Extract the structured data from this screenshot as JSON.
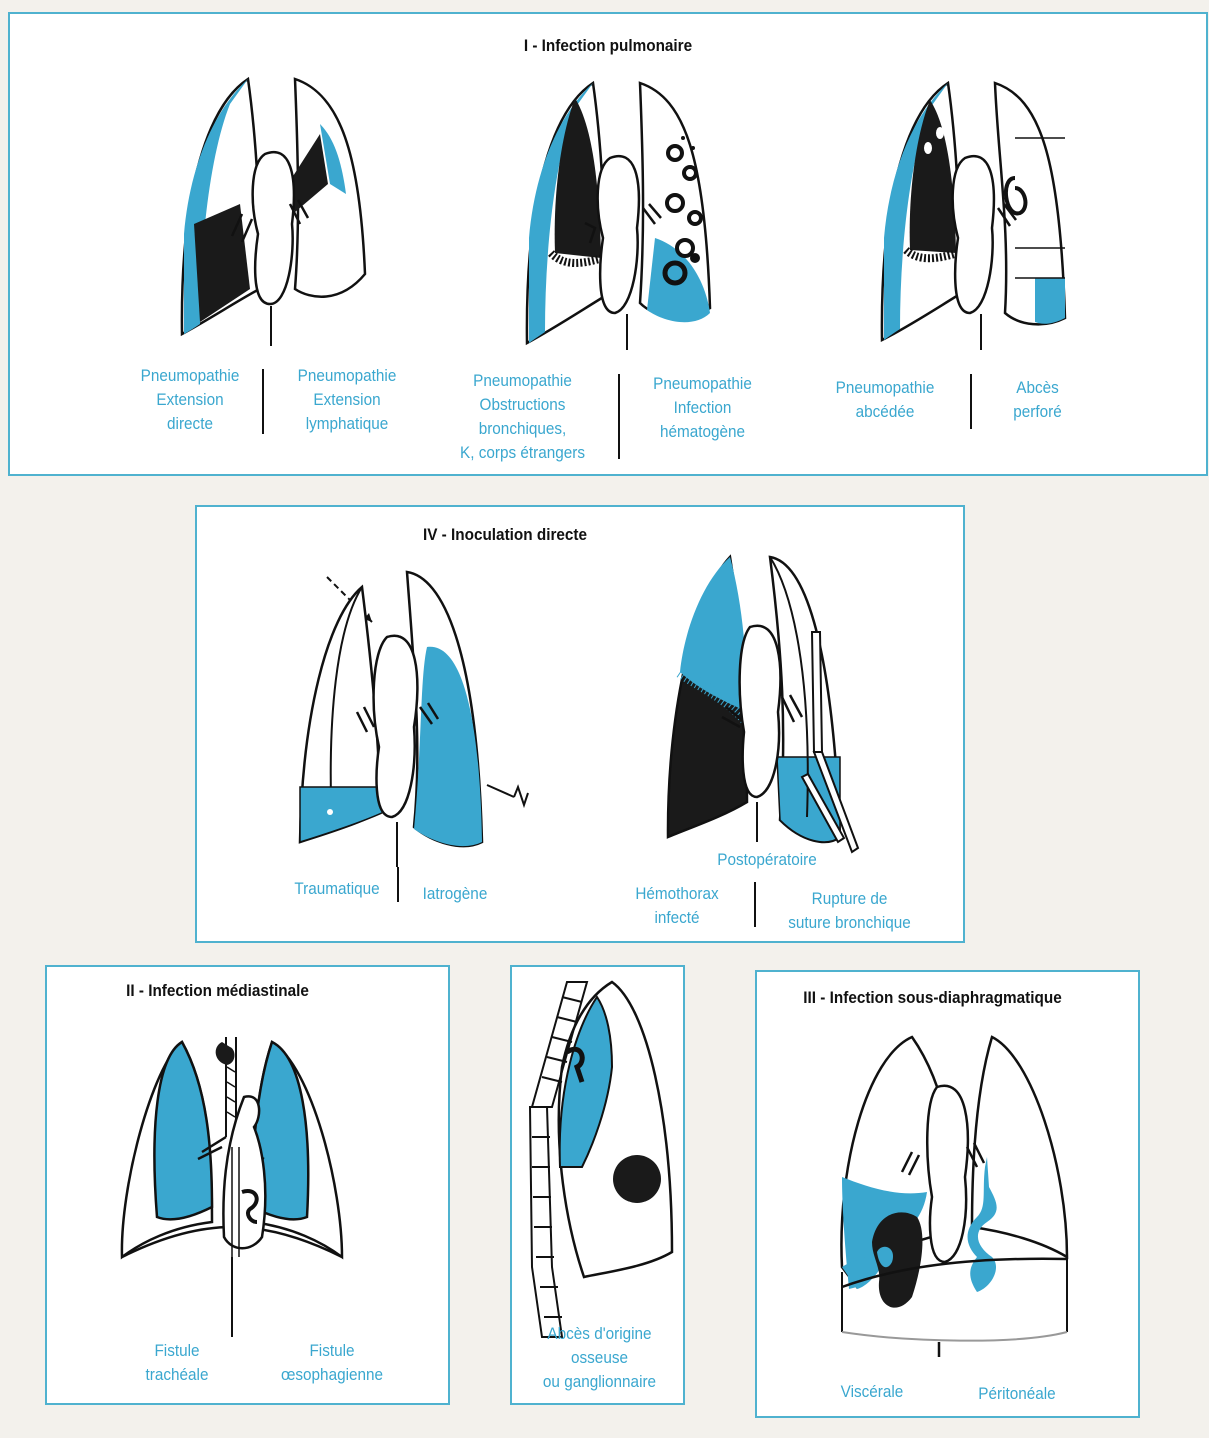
{
  "colors": {
    "blue": "#3aa7cf",
    "black": "#1a1a1a",
    "frame": "#4fb2cf"
  },
  "panel1": {
    "title": "I - Infection pulmonaire",
    "caption_a": [
      "Pneumopathie",
      "Extension",
      "directe"
    ],
    "caption_b": [
      "Pneumopathie",
      "Extension",
      "lymphatique"
    ],
    "caption_c": [
      "Pneumopathie",
      "Obstructions",
      "bronchiques,",
      "K, corps étrangers"
    ],
    "caption_d": [
      "Pneumopathie",
      "Infection",
      "hématogène"
    ],
    "caption_e": [
      "Pneumopathie",
      "abcédée"
    ],
    "caption_f": [
      "Abcès",
      "perforé"
    ]
  },
  "panel4": {
    "title": "IV - Inoculation directe",
    "caption_a": [
      "Traumatique"
    ],
    "caption_b": [
      "Iatrogène"
    ],
    "caption_c": [
      "Postopératoire"
    ],
    "caption_d": [
      "Hémothorax",
      "infecté"
    ],
    "caption_e": [
      "Rupture de",
      "suture bronchique"
    ]
  },
  "panel2": {
    "title": "II - Infection médiastinale",
    "caption_a": [
      "Fistule",
      "trachéale"
    ],
    "caption_b": [
      "Fistule",
      "œsophagienne"
    ]
  },
  "panel_mid": {
    "caption": [
      "Abcès d'origine",
      "osseuse",
      "ou ganglionnaire"
    ]
  },
  "panel3": {
    "title": "III - Infection sous-diaphragmatique",
    "caption_a": [
      "Viscérale"
    ],
    "caption_b": [
      "Péritonéale"
    ]
  }
}
